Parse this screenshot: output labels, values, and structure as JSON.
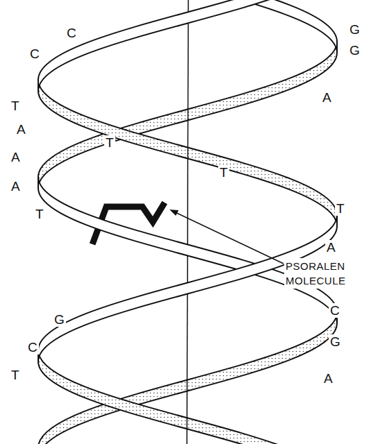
{
  "diagram": {
    "labels": [
      "C",
      "G",
      "C",
      "G",
      "A",
      "T",
      "A",
      "T",
      "A",
      "T",
      "A",
      "T",
      "T",
      "A",
      "PSORALEN MOLECULE",
      "C",
      "G",
      "G",
      "C",
      "T",
      "A"
    ]
  }
}
